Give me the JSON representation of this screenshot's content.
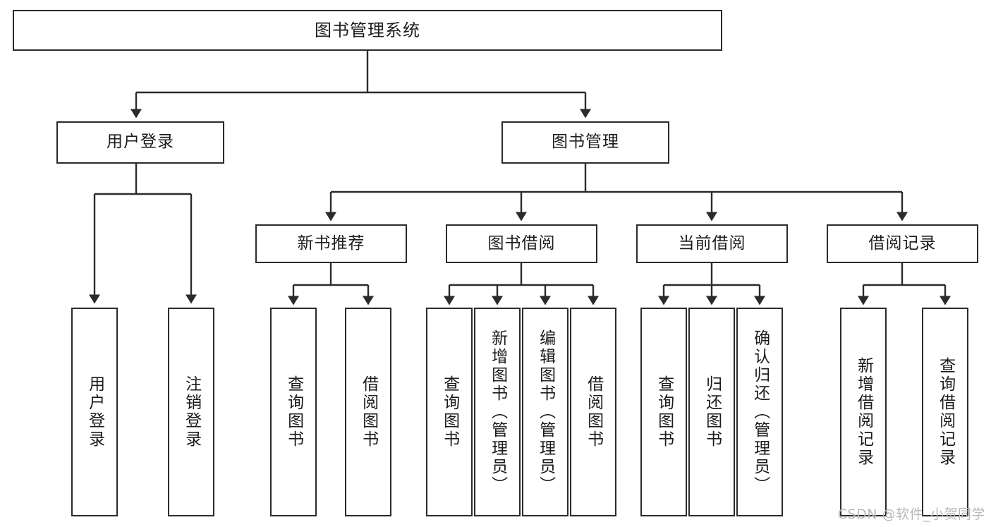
{
  "diagram": {
    "type": "tree-hierarchy",
    "title": "图书管理系统",
    "watermark": "CSDN @软件_小贺同学",
    "theme": {
      "background": "#ffffff",
      "box_border": "#2b2b2b",
      "box_fill": "#ffffff",
      "text": "#1c1c1c",
      "connector": "#2b2b2b",
      "watermark": "#b9b9b9"
    },
    "root": {
      "label": "图书管理系统"
    },
    "level2": [
      {
        "label": "用户登录"
      },
      {
        "label": "图书管理"
      }
    ],
    "level3": [
      {
        "label": "新书推荐"
      },
      {
        "label": "图书借阅"
      },
      {
        "label": "当前借阅"
      },
      {
        "label": "借阅记录"
      }
    ],
    "leaves": {
      "user_login": [
        {
          "label": "用户登录"
        },
        {
          "label": "注销登录"
        }
      ],
      "new_book_recommend": [
        {
          "label": "查询图书"
        },
        {
          "label": "借阅图书"
        }
      ],
      "book_borrow": [
        {
          "label": "查询图书"
        },
        {
          "label": "新增图书（管理员）"
        },
        {
          "label": "编辑图书（管理员）"
        },
        {
          "label": "借阅图书"
        }
      ],
      "current_borrow": [
        {
          "label": "查询图书"
        },
        {
          "label": "归还图书"
        },
        {
          "label": "确认归还（管理员）"
        }
      ],
      "borrow_record": [
        {
          "label": "新增借阅记录"
        },
        {
          "label": "查询借阅记录"
        }
      ]
    }
  }
}
